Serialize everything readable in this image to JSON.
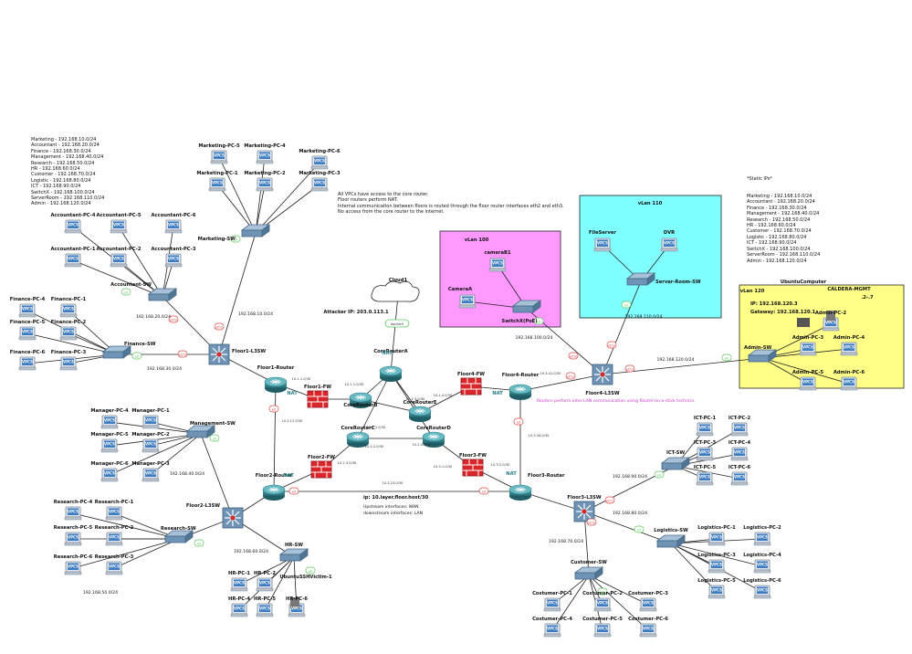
{
  "notes": {
    "subnets_left": [
      "Marketing - 192.168.10.0/24",
      "Accountant - 192.168.20.0/24",
      "Finance - 192.168.30.0/24",
      "Management - 192.168.40.0/24",
      "Research - 192.168.50.0/24",
      "HR - 192.168.60.0/24",
      "Customer - 192.168.70.0/24",
      "Logistic - 192.168.80.0/24",
      "ICT - 192.168.90.0/24",
      "SwitchX - 192.168.100.0/24",
      "ServerRoom - 192.168.110.0/24",
      "Admin - 192.168.120.0/24"
    ],
    "static_ips_title": "*Static IPs*",
    "static_ips": [
      "Marketing - 192.168.10.0/24",
      "Accountant - 192.168.20.0/24",
      "Finance - 192.168.30.0/24",
      "Management - 192.168.40.0/24",
      "Research - 192.168.50.0/24",
      "HR - 192.168.60.0/24",
      "Customer - 192.168.70.0/24",
      "Logistic - 192.168.80.0/24",
      "ICT - 192.168.90.0/24",
      "SwitchX - 192.168.100.0/24",
      "ServerRoom - 192.168.110.0/24",
      "Admin - 192.168.120.0/24"
    ],
    "policy": [
      "All VPCs have access to the core router.",
      "Floor routers perform NAT.",
      "Internal communication between floors is routed through the floor router interfaces eth2 and eth3.",
      "No access from the core router to the internet."
    ],
    "router_on_stick": "Routers perform inter-LAN communication using Router-on-a-stick technics.",
    "attacker_ip": "Attacker IP: 203.0.113.1",
    "ip_scheme": "ip: 10.layer.floor.host/30",
    "upstream": "Upstream interfaces: WAN",
    "downstream": "downstream interfaces: LAN",
    "admin_ip": "IP: 192.168.120.3",
    "admin_gateway": "Gateway: 192.168.120.1",
    "range_27": ".2-.7"
  },
  "vlans": {
    "vlan100": "vLan 100",
    "vlan110": "vLan 110",
    "vlan120": "vLan 120"
  },
  "devices": {
    "cloud1": "Cloud1",
    "docker0": "docker0",
    "core_a": "CoreRouterA",
    "core_b": "CoreRouterB",
    "core_c": "CoreRouterC",
    "core_d": "CoreRouterD",
    "core_e": "CoreRouterE",
    "floor1_router": "Floor1-Router",
    "floor2_router": "Floor2-Router",
    "floor3_router": "Floor3-Router",
    "floor4_router": "Floor4-Router",
    "floor1_fw": "Floor1-FW",
    "floor2_fw": "Floor2-FW",
    "floor3_fw": "Floor3-FW",
    "floor4_fw": "Floor4-FW",
    "floor1_l3": "Floor1-L3SW",
    "floor2_l3": "Floor2-L3SW",
    "floor3_l3": "Floor3-L3SW",
    "floor4_l3": "Floor4-L3SW",
    "marketing_sw": "Marketing-SW",
    "accountant_sw": "Accountant-SW",
    "finance_sw": "Finance-SW",
    "management_sw": "Management-SW",
    "research_sw": "Research-SW",
    "hr_sw": "HR-SW",
    "customer_sw": "Customer-SW",
    "logistics_sw": "Logistics-SW",
    "ict_sw": "ICT-SW",
    "switchx": "SwitchX(PoE)",
    "server_sw": "Server-Room-SW",
    "admin_sw": "Admin-SW",
    "camera_a": "CameraA",
    "camera_b1": "cameraB1",
    "fileserver": "FileServer",
    "dvr": "DVR",
    "ubuntu_computer": "UbuntuComputer",
    "caldera": "CALDERA-MGMT",
    "ubuntu_ssh": "UbuntuSSHVictim-1",
    "vpcs": "VPCS",
    "nat": "NAT"
  },
  "pcs": {
    "marketing": [
      "Marketing-PC-5",
      "Marketing-PC-4",
      "Marketing-PC-6",
      "Marketing-PC-1",
      "Marketing-PC-2",
      "Marketing-PC-3"
    ],
    "accountant": [
      "Accountant-PC-4",
      "Accountant-PC-5",
      "Accountant-PC-6",
      "Accountant-PC-1",
      "Accountant-PC-2",
      "Accountant-PC-3"
    ],
    "finance": [
      "Finance-PC-4",
      "Finance-PC-1",
      "Finance-PC-5",
      "Finance-PC-2",
      "Finance-PC-6",
      "Finance-PC-3"
    ],
    "manager": [
      "Manager-PC-4",
      "Manager-PC-1",
      "Manager-PC-5",
      "Manager-PC-2",
      "Manager-PC-6",
      "Manager-PC-3"
    ],
    "research": [
      "Research-PC-4",
      "Research-PC-1",
      "Research-PC-5",
      "Research-PC-2",
      "Research-PC-6",
      "Research-PC-3"
    ],
    "hr": [
      "HR-PC-1",
      "HR-PC-2",
      "HR-PC-4",
      "HR-PC-5",
      "HR-PC-6"
    ],
    "customer": [
      "Costumer-PC-1",
      "Costumer-PC-2",
      "Costumer-PC-3",
      "Costumer-PC-4",
      "Costumer-PC-5",
      "Costumer-PC-6"
    ],
    "logistics": [
      "Logistics-PC-1",
      "Logistics-PC-2",
      "Logistics-PC-3",
      "Logistics-PC-4",
      "Logistics-PC-5",
      "Logistics-PC-6"
    ],
    "ict": [
      "ICT-PC-1",
      "ICT-PC-2",
      "ICT-PC-3",
      "ICT-PC-4",
      "ICT-PC-5",
      "ICT-PC-6"
    ],
    "admin": [
      "Admin-PC-2",
      "Admin-PC-3",
      "Admin-PC-4",
      "Admin-PC-5",
      "Admin-PC-6"
    ]
  },
  "subnet_labels": {
    "s10": "192.168.10.0/24",
    "s20": "192.168.20.0/24",
    "s30": "192.168.30.0/24",
    "s40": "192.168.40.0/24",
    "s50": "192.168.50.0/24",
    "s60": "192.168.60.0/24",
    "s70": "192.168.70.0/24",
    "s80": "192.168.80.0/24",
    "s90": "192.168.90.0/24",
    "s100": "192.168.100.0/24",
    "s110": "192.168.110.0/24",
    "s120": "192.168.120.0/24"
  },
  "link_ips": {
    "l1": "10.1.1.0/30",
    "l2": "10.1.2.0/30",
    "l3": "10.1.3.0/30",
    "l4": "10.1.4.0/30",
    "l5": "10.2.1.0/30",
    "l6": "10.2.2.0/30",
    "l7": "10.2.3.0/30",
    "l8": "10.2.4.0/30",
    "l9": "10.3.1.0/30",
    "l10": "10.3.2.0/30",
    "l11": "10.3.3.0/30",
    "l12": "10.3.4.0/30",
    "l13": "10.3.12.0/30",
    "l14": "10.3.23.0/30",
    "l15": "10.3.34.0/30",
    "l16": "10.3.41.0/30"
  },
  "ports": {
    "eth0": "eth0",
    "eth1": "eth1",
    "eth2": "eth2",
    "eth3": "eth3",
    "e0": "e0"
  },
  "colors": {
    "vlan100": "#ff99ff",
    "vlan110": "#7fffff",
    "vlan120": "#ffff88",
    "note_pink": "#cc33cc",
    "eth_red": "#e04848",
    "eth_green": "#5cc85c",
    "fw_red": "#d8262b",
    "router_teal": "#2a7f8a"
  }
}
